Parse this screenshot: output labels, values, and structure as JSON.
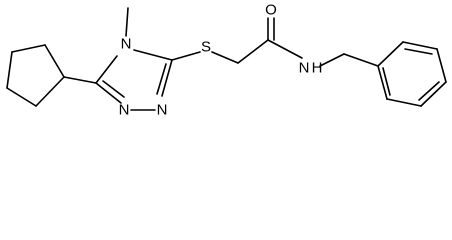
{
  "molecule": {
    "atoms": {
      "methyl_N": "N",
      "thio_S": "S",
      "triazole_N_lower_right": "N",
      "triazole_N_lower_left": "N",
      "carbonyl_O": "O",
      "amide_N": "N",
      "amide_H": "H"
    }
  }
}
